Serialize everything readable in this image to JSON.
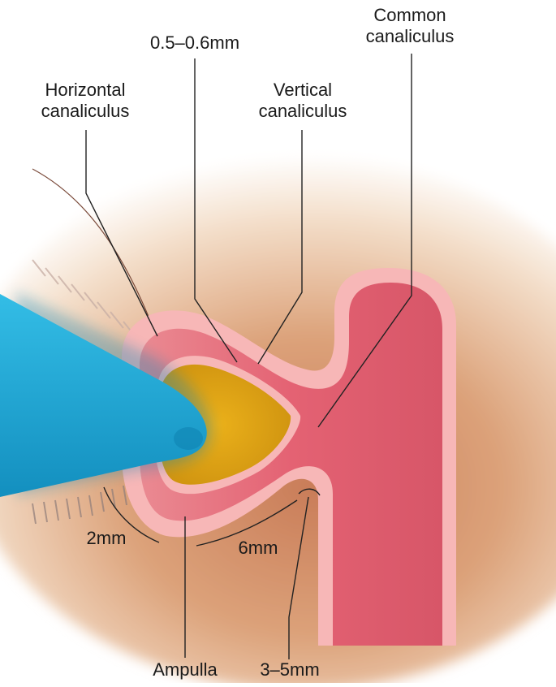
{
  "labels": {
    "common_line1": "Common",
    "common_line2": "canaliculus",
    "diameter": "0.5–0.6mm",
    "horizontal_line1": "Horizontal",
    "horizontal_line2": "canaliculus",
    "vertical_line1": "Vertical",
    "vertical_line2": "canaliculus",
    "ampulla_width": "2mm",
    "horizontal_length": "6mm",
    "ampulla": "Ampulla",
    "vertical_length": "3–5mm"
  },
  "colors": {
    "probe": "#1aa3d4",
    "dilated_lumen": "#e3a812",
    "canal_wall": "#f7b3b3",
    "canal_lumen": "#e66d7a",
    "tissue": "#d8996c"
  }
}
